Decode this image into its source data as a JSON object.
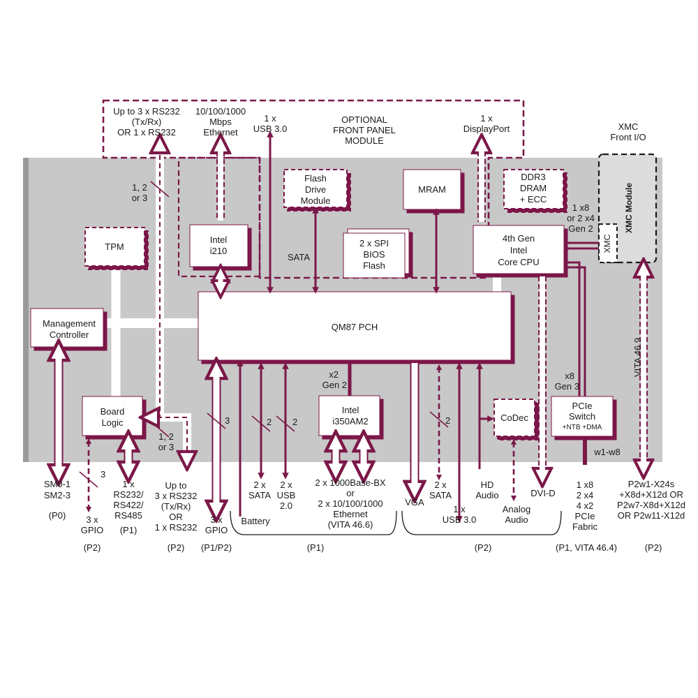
{
  "colors": {
    "accent": "#7b1848",
    "board": "#c8c8c8",
    "board_edge": "#9a9a9a",
    "xmc": "#dcdcdc",
    "box": "#ffffff",
    "text": "#1a1a1a"
  },
  "front_panel": {
    "title": [
      "OPTIONAL",
      "FRONT PANEL",
      "MODULE"
    ],
    "rs232": [
      "Up to 3 x RS232",
      "(Tx/Rx)",
      "OR 1 x RS232"
    ],
    "ethernet": [
      "10/100/1000",
      "Mbps",
      "Ethernet"
    ],
    "usb3": [
      "1 x",
      "USB 3.0"
    ],
    "displayport": [
      "1 x",
      "DisplayPort"
    ]
  },
  "xmc": {
    "caption": [
      "XMC",
      "Front I/O"
    ],
    "module": "XMC Module",
    "connector": "XMC"
  },
  "blocks": {
    "flash_drive": [
      "Flash",
      "Drive",
      "Module"
    ],
    "mram": "MRAM",
    "ddr3": [
      "DDR3",
      "DRAM",
      "+ ECC"
    ],
    "tpm": "TPM",
    "i210": [
      "Intel",
      "i210"
    ],
    "spi_bios": [
      "2 x SPI",
      "BIOS",
      "Flash"
    ],
    "cpu": [
      "4th Gen",
      "Intel",
      "Core CPU"
    ],
    "pch": "QM87 PCH",
    "management": [
      "Management",
      "Controller"
    ],
    "board_logic": [
      "Board",
      "Logic"
    ],
    "i350": [
      "Intel",
      "i350AM2"
    ],
    "codec": "CoDec",
    "pcie_switch": [
      "PCIe",
      "Switch",
      "+NTB +DMA"
    ]
  },
  "labels": {
    "rs232_count_top": [
      "1, 2",
      "or 3"
    ],
    "rs232_count_bottom": [
      "1, 2",
      "or 3"
    ],
    "sata_flash": "SATA",
    "cpu_xmc_link": [
      "1 x8",
      "or 2 x4",
      "Gen 2"
    ],
    "i350_link": [
      "x2",
      "Gen 2"
    ],
    "pcie_link": [
      "x8",
      "Gen 3"
    ],
    "vita469": "VITA 46.9",
    "w1w8": "w1-w8",
    "bus_3_gpio_a": "3",
    "bus_3_gpio_b": "3",
    "bus_2_sata": "2",
    "bus_2_usb": "2",
    "bus_2_sata_b": "2"
  },
  "bottom": {
    "sm": [
      "SM0-1",
      "SM2-3"
    ],
    "gpio_p2": [
      "3 x",
      "GPIO"
    ],
    "rs_serial": [
      "1 x",
      "RS232/",
      "RS422/",
      "RS485"
    ],
    "rs232_rear": [
      "Up to",
      "3 x RS232",
      "(Tx/Rx)",
      "OR",
      "1 x RS232"
    ],
    "gpio_p1p2": [
      "3 x",
      "GPIO"
    ],
    "battery": "Battery",
    "sata": [
      "2 x",
      "SATA"
    ],
    "usb2": [
      "2 x",
      "USB",
      "2.0"
    ],
    "ethernet": [
      "2 x 1000Base-BX",
      "or",
      "2 x 10/100/1000",
      "Ethernet",
      "(VITA 46.6)"
    ],
    "vga": "VGA",
    "sata_p2": [
      "2 x",
      "SATA"
    ],
    "usb3": [
      "1 x",
      "USB 3.0"
    ],
    "hd_audio": [
      "HD",
      "Audio"
    ],
    "analog_audio": [
      "Analog",
      "Audio"
    ],
    "dvid": "DVI-D",
    "pcie_fabric": [
      "1 x8",
      "2 x4",
      "4 x2",
      "PCIe",
      "Fabric"
    ],
    "xmc_p2": [
      "P2w1-X24s",
      "+X8d+X12d OR",
      "P2w7-X8d+X12d",
      "OR P2w11-X12d"
    ]
  },
  "connectors": {
    "p0": "(P0)",
    "p2_gpio": "(P2)",
    "p1_serial": "(P1)",
    "p2_rs232": "(P2)",
    "p1p2": "(P1/P2)",
    "p1_group": "(P1)",
    "p2_group": "(P2)",
    "p1_vita": "(P1, VITA 46.4)",
    "p2_xmc": "(P2)"
  }
}
